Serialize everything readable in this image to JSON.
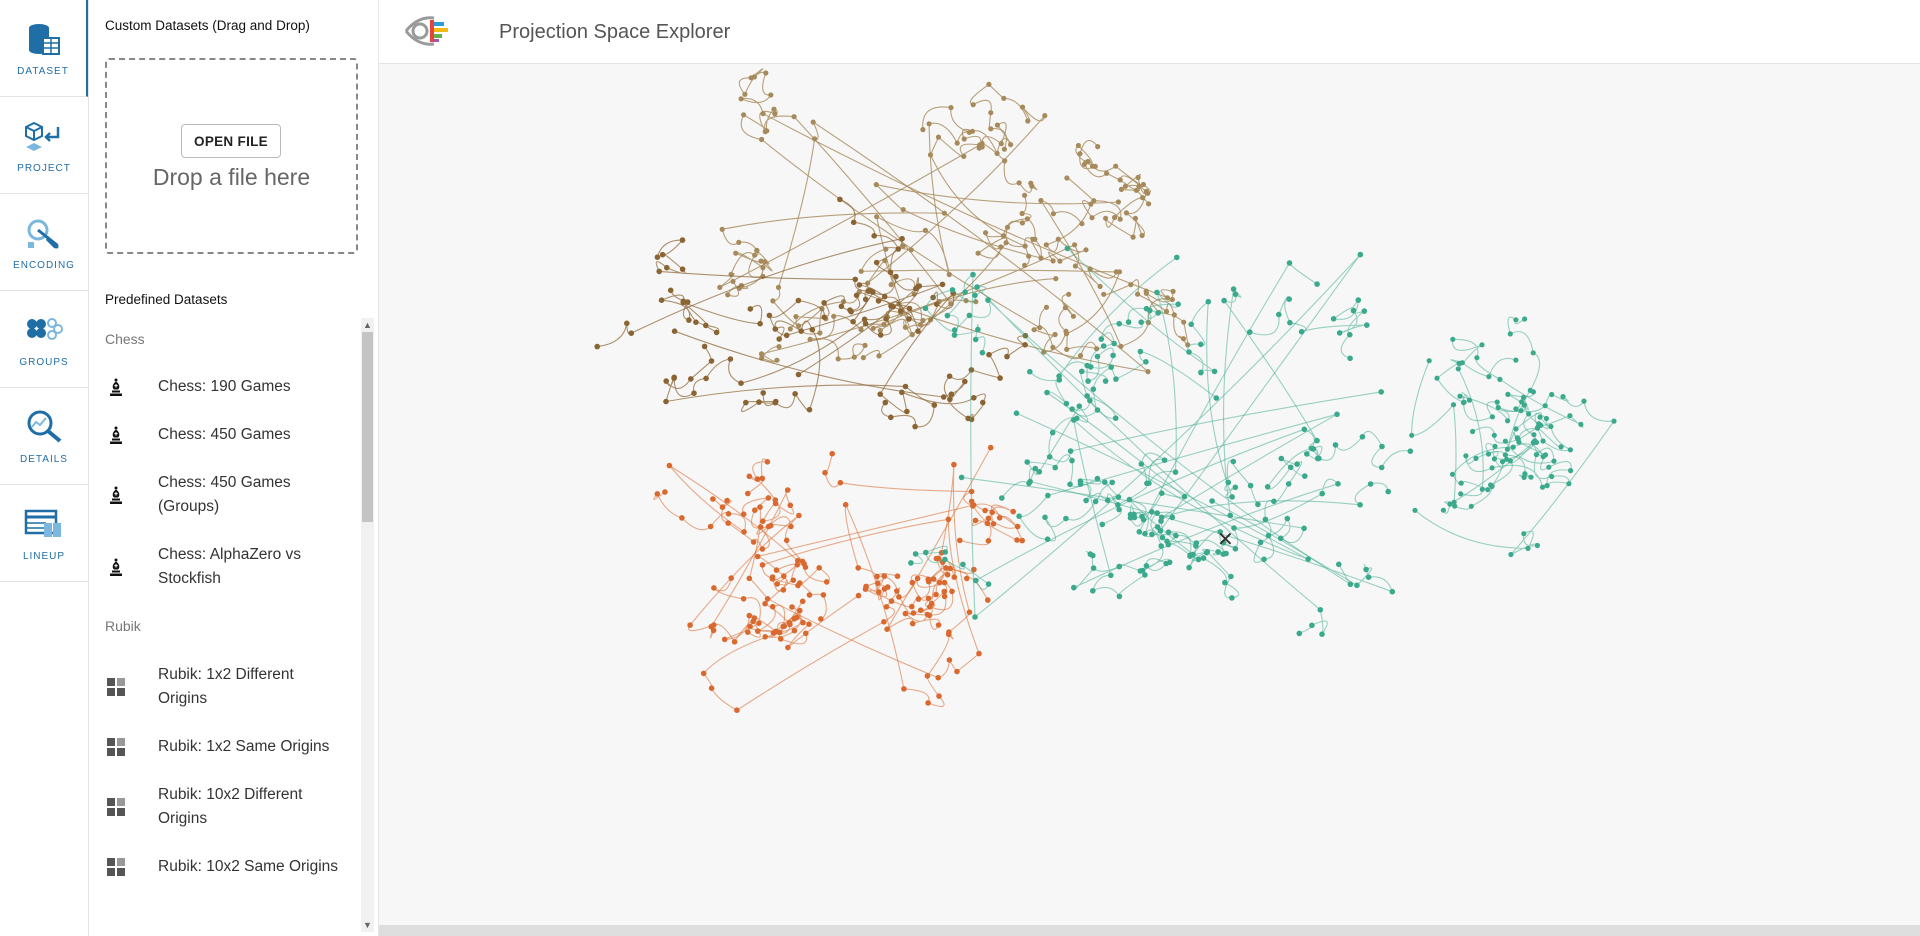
{
  "app": {
    "title": "Projection Space Explorer"
  },
  "rail": [
    {
      "id": "dataset",
      "label": "DATASET",
      "icon": "database-icon",
      "active": true
    },
    {
      "id": "project",
      "label": "PROJECT",
      "icon": "cube-project-icon",
      "active": false
    },
    {
      "id": "encoding",
      "label": "ENCODING",
      "icon": "paintbrush-icon",
      "active": false
    },
    {
      "id": "groups",
      "label": "GROUPS",
      "icon": "groups-icon",
      "active": false
    },
    {
      "id": "details",
      "label": "DETAILS",
      "icon": "magnifier-icon",
      "active": false
    },
    {
      "id": "lineup",
      "label": "LINEUP",
      "icon": "table-icon",
      "active": false
    }
  ],
  "panel": {
    "custom_heading": "Custom Datasets (Drag and Drop)",
    "open_file_label": "OPEN FILE",
    "drop_text": "Drop a file here",
    "predefined_heading": "Predefined Datasets",
    "groups": [
      {
        "label": "Chess",
        "icon": "chess-bishop-icon",
        "items": [
          "Chess: 190 Games",
          "Chess: 450 Games",
          "Chess: 450 Games (Groups)",
          "Chess: AlphaZero vs Stockfish"
        ]
      },
      {
        "label": "Rubik",
        "icon": "cube-grid-icon",
        "items": [
          "Rubik: 1x2 Different Origins",
          "Rubik: 1x2 Same Origins",
          "Rubik: 10x2 Different Origins",
          "Rubik: 10x2 Same Origins"
        ]
      }
    ]
  },
  "colors": {
    "accent": "#1f6ea6",
    "chess_tan": "#a68a5b",
    "chess_brown": "#8a6433",
    "teal": "#3aa98c",
    "orange": "#d9692e"
  }
}
